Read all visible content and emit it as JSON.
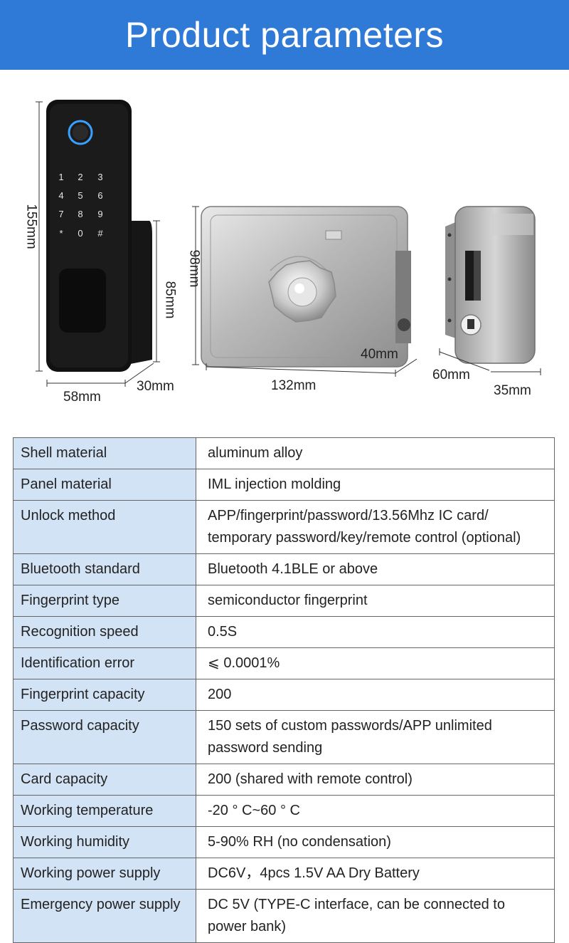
{
  "header": {
    "title": "Product parameters"
  },
  "dimensions": {
    "lock_height": "155mm",
    "lock_width": "58mm",
    "lock_depth": "30mm",
    "lock_inner_height": "85mm",
    "body_height": "98mm",
    "body_width": "132mm",
    "body_depth": "40mm",
    "strike_width": "60mm",
    "strike_depth": "35mm"
  },
  "keypad": {
    "keys": [
      "1",
      "2",
      "3",
      "4",
      "5",
      "6",
      "7",
      "8",
      "9",
      "*",
      "0",
      "#"
    ]
  },
  "colors": {
    "banner": "#2f7ad6",
    "label_cell": "#d3e3f6",
    "fingerprint_ring": "#3aa0ff"
  },
  "params": [
    {
      "label": "Shell material",
      "value": [
        "aluminum alloy"
      ]
    },
    {
      "label": "Panel material",
      "value": [
        "IML injection molding"
      ]
    },
    {
      "label": "Unlock method",
      "value": [
        "APP/fingerprint/password/13.56Mhz IC card/",
        "temporary password/key/remote control (optional)"
      ]
    },
    {
      "label": "Bluetooth standard",
      "value": [
        "Bluetooth 4.1BLE or above"
      ]
    },
    {
      "label": "Fingerprint type",
      "value": [
        "semiconductor fingerprint"
      ]
    },
    {
      "label": "Recognition speed",
      "value": [
        "0.5S"
      ]
    },
    {
      "label": "Identification error",
      "value": [
        "⩽ 0.0001%"
      ]
    },
    {
      "label": "Fingerprint capacity",
      "value": [
        "200"
      ]
    },
    {
      "label": "Password capacity",
      "value": [
        "150 sets of custom passwords/APP unlimited",
        "password sending"
      ]
    },
    {
      "label": "Card capacity",
      "value": [
        "200 (shared with remote control)"
      ]
    },
    {
      "label": "Working temperature",
      "value": [
        "-20 ° C~60 ° C"
      ]
    },
    {
      "label": "Working humidity",
      "value": [
        "5-90% RH (no condensation)"
      ]
    },
    {
      "label": "Working power supply",
      "value": [
        "DC6V，4pcs 1.5V AA Dry Battery"
      ]
    },
    {
      "label": "Emergency power supply",
      "value": [
        "DC 5V (TYPE-C interface, can be connected to",
        "power bank)"
      ]
    }
  ]
}
